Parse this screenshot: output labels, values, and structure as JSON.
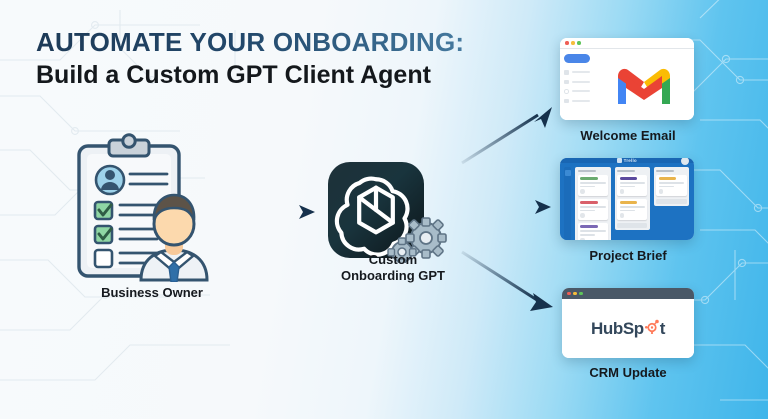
{
  "heading": {
    "line1": "AUTOMATE YOUR ONBOARDING:",
    "line2": "Build a Custom GPT Client Agent"
  },
  "nodes": {
    "source": {
      "label": "Business Owner",
      "icon": "clipboard-businessman-icon"
    },
    "engine": {
      "label_line1": "Custom",
      "label_line2": "Onboarding GPT",
      "icon": "openai-gpt-gears-icon"
    }
  },
  "outputs": [
    {
      "id": "welcome-email",
      "label": "Welcome Email",
      "icon": "gmail-logo-icon"
    },
    {
      "id": "project-brief",
      "label": "Project Brief",
      "icon": "trello-board-icon",
      "app": "Trello"
    },
    {
      "id": "crm-update",
      "label": "CRM Update",
      "icon": "hubspot-logo-icon",
      "wordmark_a": "HubSp",
      "wordmark_b": "t"
    }
  ],
  "arrows": [
    {
      "name": "owner-to-gpt",
      "direction": "right"
    },
    {
      "name": "gpt-to-email",
      "direction": "up-right"
    },
    {
      "name": "gpt-to-brief",
      "direction": "right"
    },
    {
      "name": "gpt-to-crm",
      "direction": "down-right"
    }
  ],
  "colors": {
    "heading_dark": "#1d3a57",
    "heading_black": "#14181c",
    "arrow": "#16314c",
    "accent_blue": "#3fb5ea",
    "background_left": "#f7fafc",
    "gmail_red": "#ea4335",
    "gmail_blue": "#4285f4",
    "gmail_green": "#34a853",
    "gmail_yellow": "#fbbc04",
    "trello_blue": "#1d72c2",
    "hubspot_navy": "#33475b",
    "hubspot_orange": "#ff7a59",
    "check_green": "#8fd6a4"
  }
}
